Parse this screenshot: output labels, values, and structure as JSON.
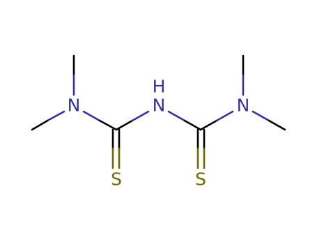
{
  "molecule": {
    "atoms": [
      {
        "id": "n_left",
        "element": "N",
        "label": "N",
        "color": "#33339a"
      },
      {
        "id": "nh_center",
        "element": "N",
        "label": "N",
        "color": "#33339a"
      },
      {
        "id": "h_center",
        "element": "H",
        "label": "H",
        "color": "#33339a"
      },
      {
        "id": "n_right",
        "element": "N",
        "label": "N",
        "color": "#33339a"
      },
      {
        "id": "s_left",
        "element": "S",
        "label": "S",
        "color": "#6b6b00"
      },
      {
        "id": "s_right",
        "element": "S",
        "label": "S",
        "color": "#6b6b00"
      }
    ],
    "bond_color": "#000000",
    "nitrogen_color": "#33339a",
    "sulfur_color": "#6b6b00"
  }
}
